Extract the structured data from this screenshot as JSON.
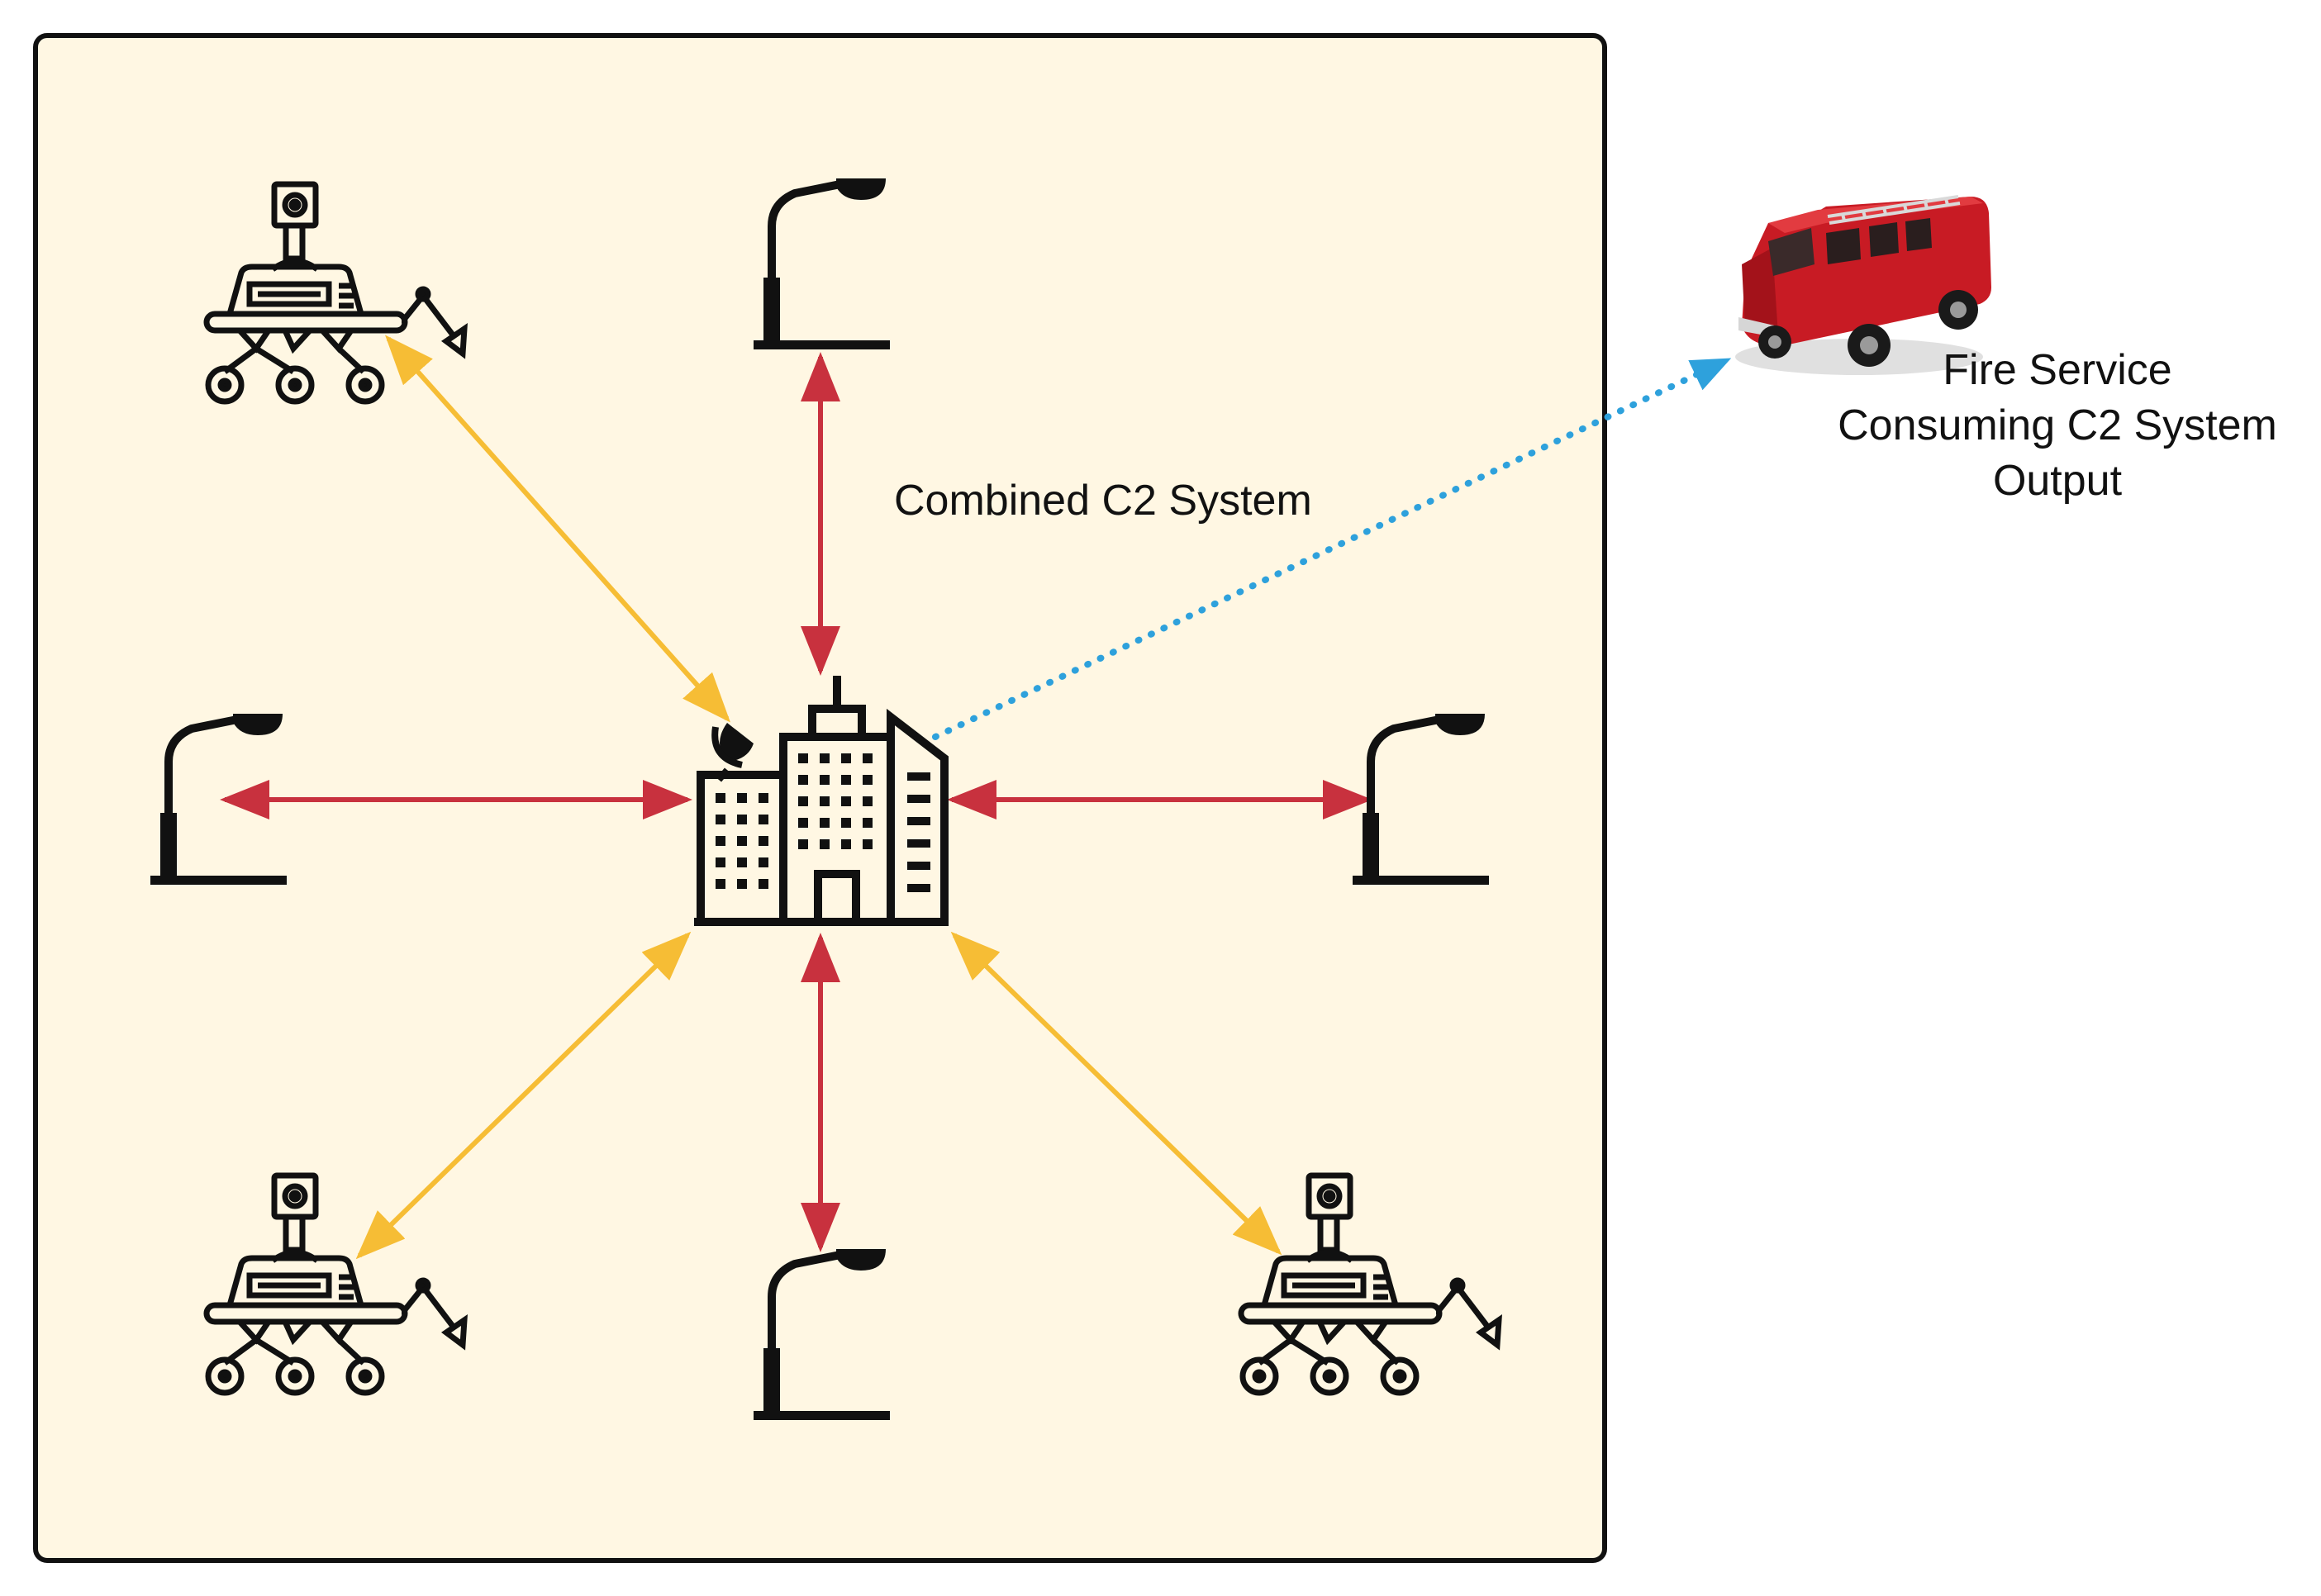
{
  "system": {
    "label": "Combined C2 System"
  },
  "consumer": {
    "line1": "Fire Service",
    "line2": "Consuming C2 System",
    "line3": "Output"
  },
  "colors": {
    "panel_bg": "#fff7e3",
    "panel_border": "#111111",
    "lamp_link": "#c8313e",
    "rover_link": "#f6bd35",
    "output_link": "#2ea1dc",
    "icon": "#111111",
    "truck": "#c81b24"
  },
  "icons": {
    "hub": "office-building-with-satellite-dish-icon",
    "lamp": "street-lamp-icon",
    "rover": "rover-robot-icon",
    "consumer": "fire-engine-icon"
  }
}
